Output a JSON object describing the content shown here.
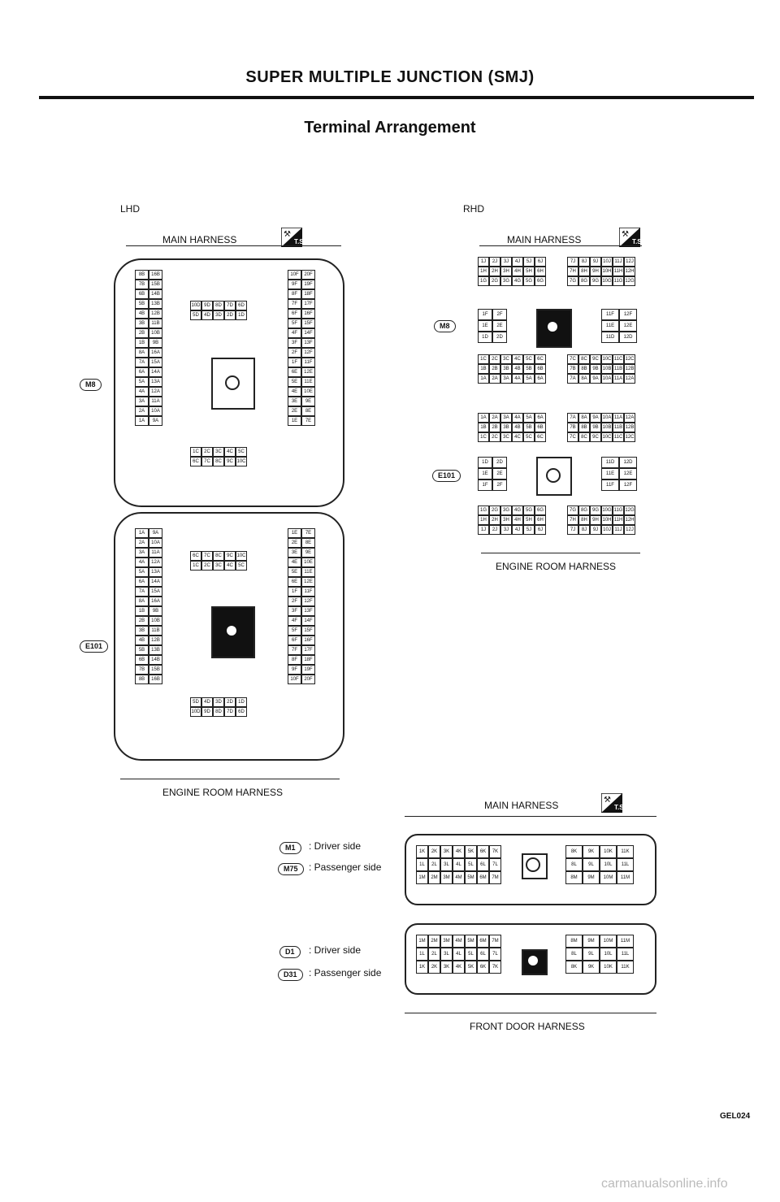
{
  "title": "SUPER MULTIPLE JUNCTION (SMJ)",
  "subtitle": "Terminal Arrangement",
  "lhd": {
    "label": "LHD",
    "main_harness": "MAIN HARNESS",
    "engine_room_harness": "ENGINE ROOM HARNESS",
    "connector_top": "M8",
    "connector_bottom": "E101",
    "top_left": [
      "8B",
      "16B",
      "7B",
      "15B",
      "6B",
      "14B",
      "5B",
      "13B",
      "4B",
      "12B",
      "3B",
      "11B",
      "2B",
      "10B",
      "1B",
      "9B",
      "8A",
      "16A",
      "7A",
      "15A",
      "6A",
      "14A",
      "5A",
      "13A",
      "4A",
      "12A",
      "3A",
      "11A",
      "2A",
      "10A",
      "1A",
      "9A"
    ],
    "top_right": [
      "10F",
      "20F",
      "9F",
      "19F",
      "8F",
      "18F",
      "7F",
      "17F",
      "6F",
      "16F",
      "5F",
      "15F",
      "4F",
      "14F",
      "3F",
      "13F",
      "2F",
      "12F",
      "1F",
      "11F",
      "6E",
      "12E",
      "5E",
      "11E",
      "4E",
      "10E",
      "3E",
      "9E",
      "2E",
      "8E",
      "1E",
      "7E"
    ],
    "top_mid_upper": [
      "10D",
      "9D",
      "8D",
      "7D",
      "6D",
      "5D",
      "4D",
      "3D",
      "2D",
      "1D"
    ],
    "top_mid_lower": [
      "1C",
      "2C",
      "3C",
      "4C",
      "5C",
      "6C",
      "7C",
      "8C",
      "9C",
      "10C"
    ],
    "bot_left": [
      "1A",
      "9A",
      "2A",
      "10A",
      "3A",
      "11A",
      "4A",
      "12A",
      "5A",
      "13A",
      "6A",
      "14A",
      "7A",
      "15A",
      "8A",
      "16A",
      "1B",
      "9B",
      "2B",
      "10B",
      "3B",
      "11B",
      "4B",
      "12B",
      "5B",
      "13B",
      "6B",
      "14B",
      "7B",
      "15B",
      "8B",
      "16B"
    ],
    "bot_right": [
      "1E",
      "7E",
      "2E",
      "8E",
      "3E",
      "9E",
      "4E",
      "10E",
      "5E",
      "11E",
      "6E",
      "12E",
      "1F",
      "11F",
      "2F",
      "12F",
      "3F",
      "13F",
      "4F",
      "14F",
      "5F",
      "15F",
      "6F",
      "16F",
      "7F",
      "17F",
      "8F",
      "18F",
      "9F",
      "19F",
      "10F",
      "20F"
    ],
    "bot_mid_upper": [
      "6C",
      "7C",
      "8C",
      "9C",
      "10C",
      "1C",
      "2C",
      "3C",
      "4C",
      "5C"
    ],
    "bot_mid_lower": [
      "5D",
      "4D",
      "3D",
      "2D",
      "1D",
      "10D",
      "9D",
      "8D",
      "7D",
      "6D"
    ]
  },
  "rhd": {
    "label": "RHD",
    "main_harness": "MAIN HARNESS",
    "engine_room_harness": "ENGINE ROOM HARNESS",
    "connector_top": "M8",
    "connector_bottom": "E101",
    "m8_left": [
      "1J",
      "2J",
      "3J",
      "4J",
      "5J",
      "6J",
      "1H",
      "2H",
      "3H",
      "4H",
      "5H",
      "6H",
      "1G",
      "2G",
      "3G",
      "4G",
      "5G",
      "6G"
    ],
    "m8_right": [
      "7J",
      "8J",
      "9J",
      "10J",
      "11J",
      "12J",
      "7H",
      "8H",
      "9H",
      "10H",
      "11H",
      "12H",
      "7G",
      "8G",
      "9G",
      "10G",
      "11G",
      "12G"
    ],
    "m8_mid_left": [
      "1F",
      "2F",
      "1E",
      "2E",
      "1D",
      "2D"
    ],
    "m8_mid_right": [
      "11F",
      "12F",
      "11E",
      "12E",
      "11D",
      "12D"
    ],
    "m8_low_left": [
      "1C",
      "2C",
      "3C",
      "4C",
      "5C",
      "6C",
      "1B",
      "2B",
      "3B",
      "4B",
      "5B",
      "6B",
      "1A",
      "2A",
      "3A",
      "4A",
      "5A",
      "6A"
    ],
    "m8_low_right": [
      "7C",
      "8C",
      "9C",
      "10C",
      "11C",
      "12C",
      "7B",
      "8B",
      "9B",
      "10B",
      "11B",
      "12B",
      "7A",
      "8A",
      "9A",
      "10A",
      "11A",
      "12A"
    ],
    "e_top_left": [
      "1A",
      "2A",
      "3A",
      "4A",
      "5A",
      "6A",
      "1B",
      "2B",
      "3B",
      "4B",
      "5B",
      "6B",
      "1C",
      "2C",
      "3C",
      "4C",
      "5C",
      "6C"
    ],
    "e_top_right": [
      "7A",
      "8A",
      "9A",
      "10A",
      "11A",
      "12A",
      "7B",
      "8B",
      "9B",
      "10B",
      "11B",
      "12B",
      "7C",
      "8C",
      "9C",
      "10C",
      "11C",
      "12C"
    ],
    "e_mid_left": [
      "1D",
      "2D",
      "1E",
      "2E",
      "1F",
      "2F"
    ],
    "e_mid_right": [
      "11D",
      "12D",
      "11E",
      "12E",
      "11F",
      "12F"
    ],
    "e_low_left": [
      "1G",
      "2G",
      "3G",
      "4G",
      "5G",
      "6G",
      "1H",
      "2H",
      "3H",
      "4H",
      "5H",
      "6H",
      "1J",
      "2J",
      "3J",
      "4J",
      "5J",
      "6J"
    ],
    "e_low_right": [
      "7G",
      "8G",
      "9G",
      "10G",
      "11G",
      "12G",
      "7H",
      "8H",
      "9H",
      "10H",
      "11H",
      "12H",
      "7J",
      "8J",
      "9J",
      "10J",
      "11J",
      "12J"
    ]
  },
  "door": {
    "main_harness": "MAIN HARNESS",
    "front_door_harness": "FRONT DOOR HARNESS",
    "legend": [
      {
        "code": "M1",
        "text": ": Driver side"
      },
      {
        "code": "M75",
        "text": ": Passenger side"
      },
      {
        "code": "D1",
        "text": ": Driver side"
      },
      {
        "code": "D31",
        "text": ": Passenger side"
      }
    ],
    "m_left": [
      "1K",
      "2K",
      "3K",
      "4K",
      "5K",
      "6K",
      "7K",
      "1L",
      "2L",
      "3L",
      "4L",
      "5L",
      "6L",
      "7L",
      "1M",
      "2M",
      "3M",
      "4M",
      "5M",
      "6M",
      "7M"
    ],
    "m_right": [
      "8K",
      "9K",
      "10K",
      "11K",
      "8L",
      "9L",
      "10L",
      "11L",
      "8M",
      "9M",
      "10M",
      "11M"
    ],
    "d_left": [
      "1M",
      "2M",
      "3M",
      "4M",
      "5M",
      "6M",
      "7M",
      "1L",
      "2L",
      "3L",
      "4L",
      "5L",
      "6L",
      "7L",
      "1K",
      "2K",
      "3K",
      "4K",
      "5K",
      "6K",
      "7K"
    ],
    "d_right": [
      "8M",
      "9M",
      "10M",
      "11M",
      "8L",
      "9L",
      "10L",
      "11L",
      "8K",
      "9K",
      "10K",
      "11K"
    ]
  },
  "figure_code": "GEL024",
  "watermark": "carmanualsonline.info"
}
